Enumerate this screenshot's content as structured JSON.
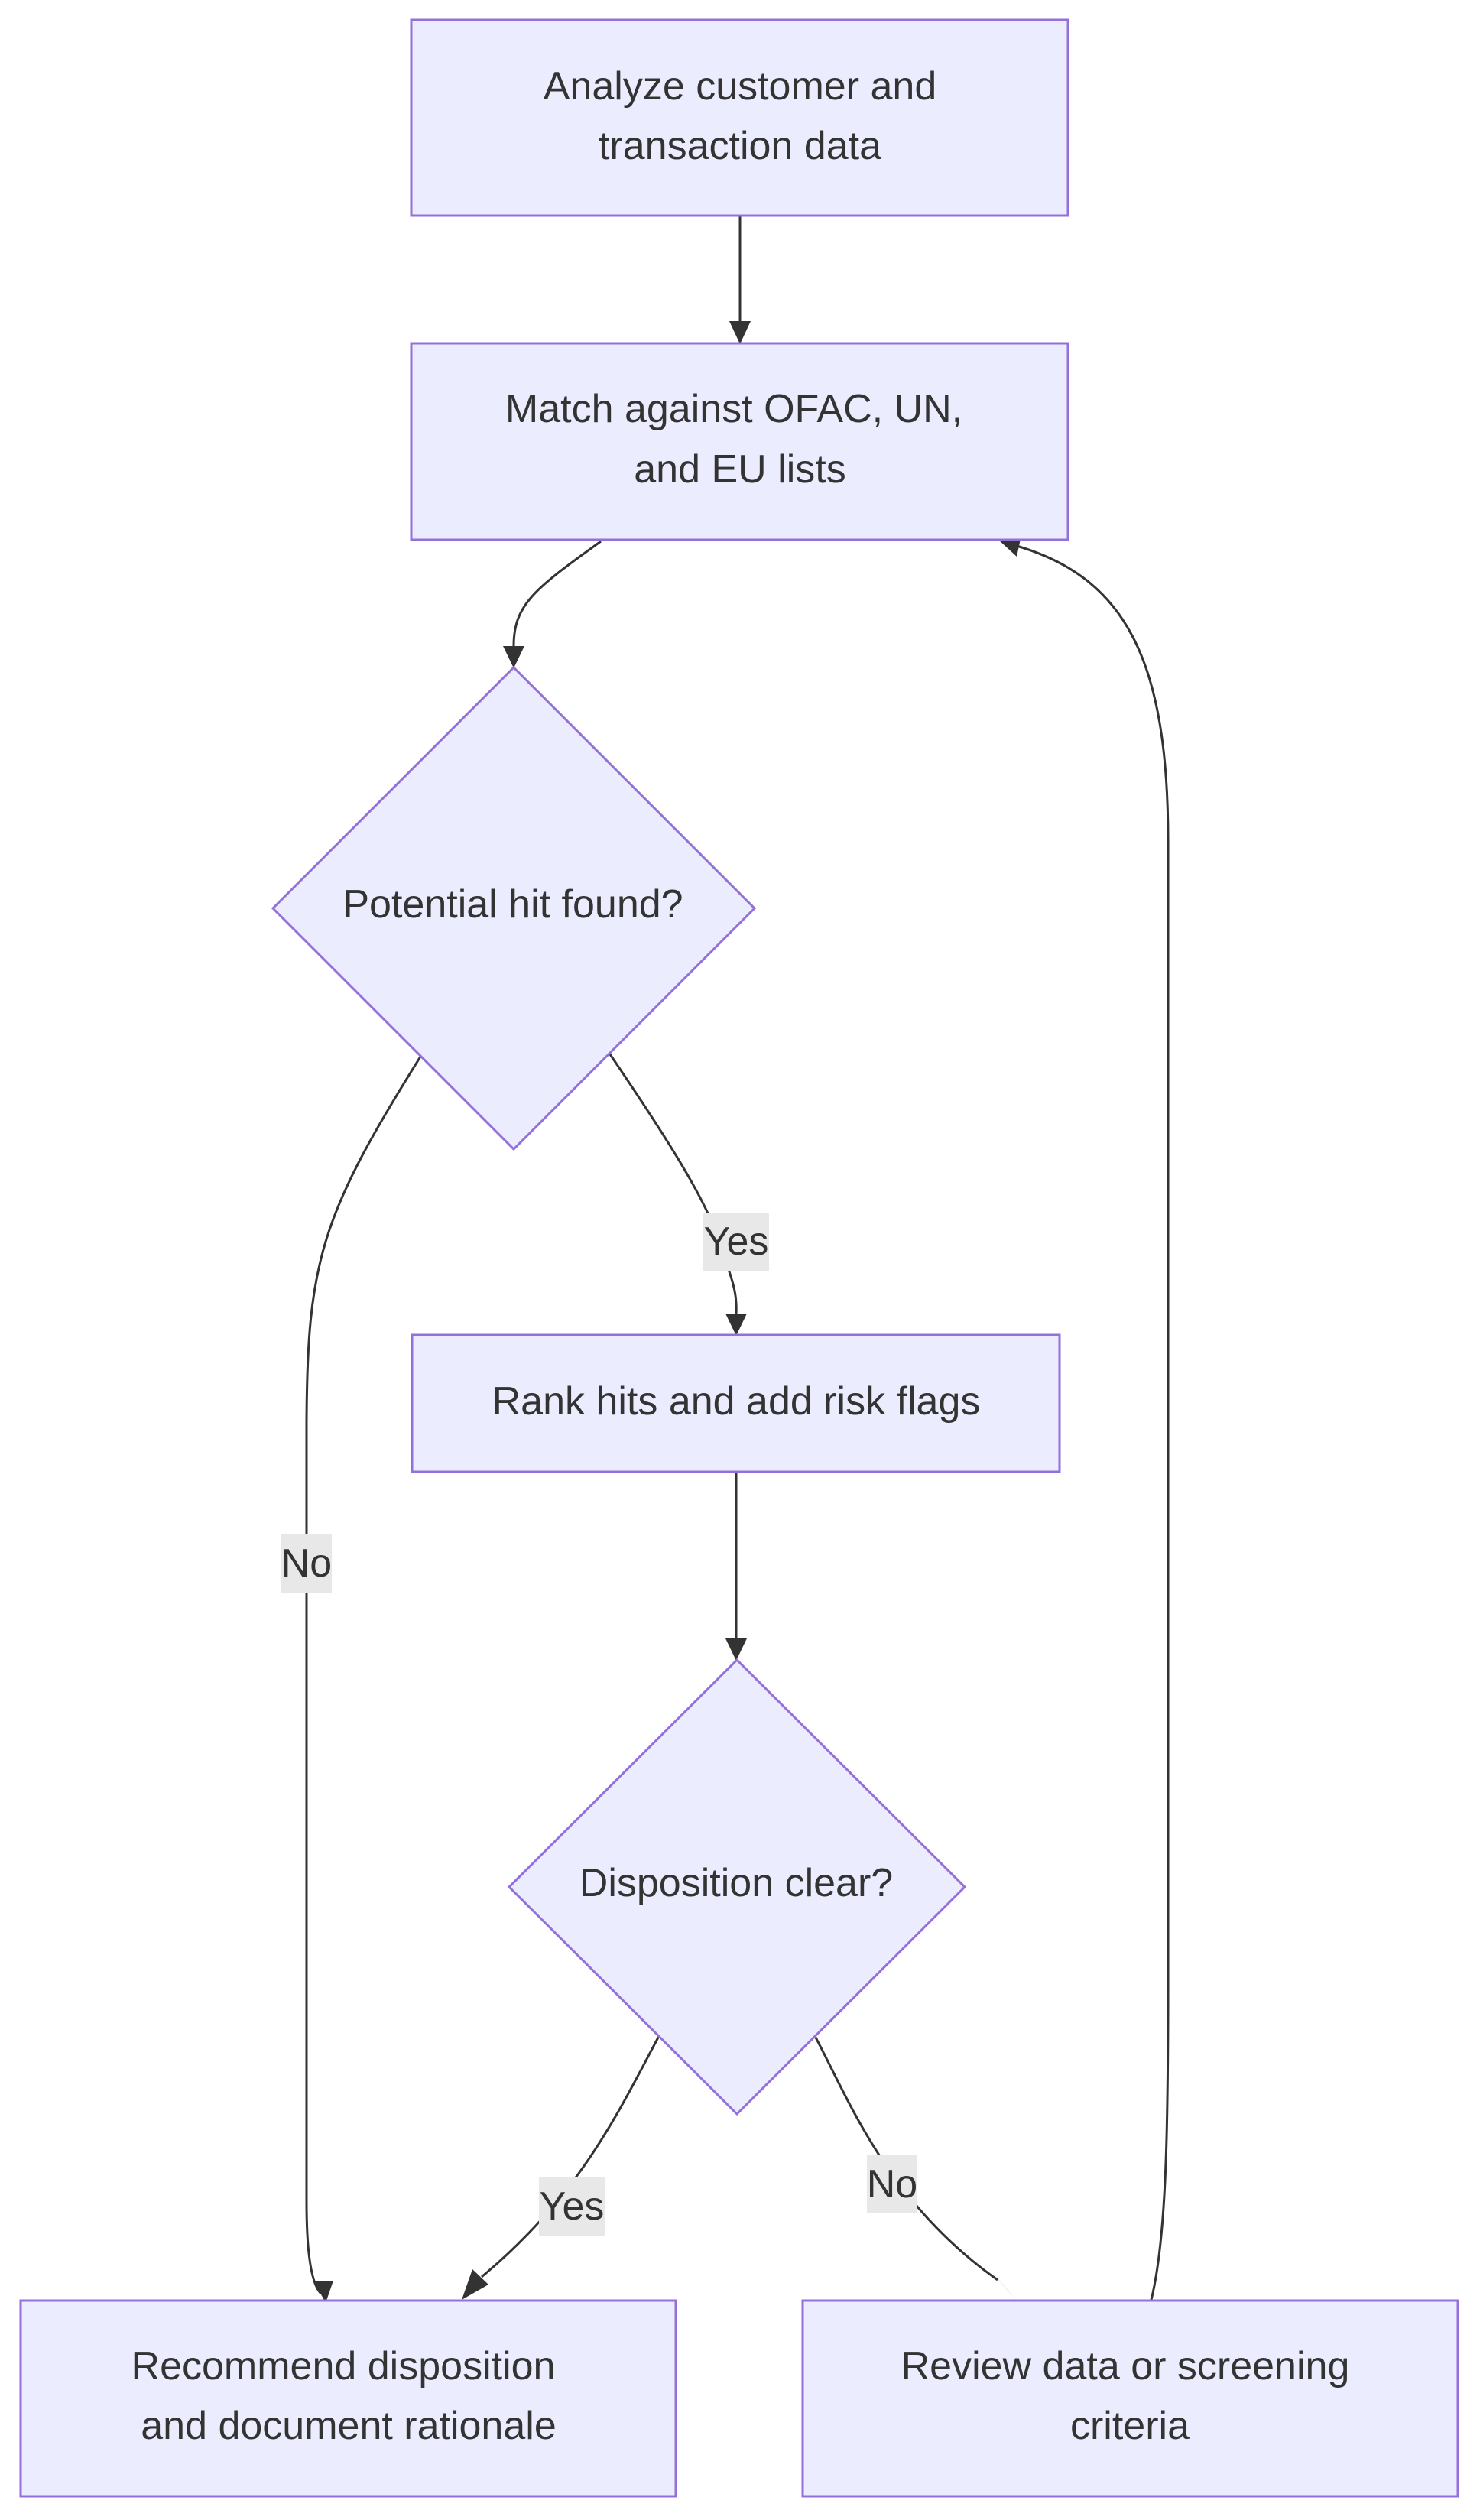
{
  "nodes": {
    "analyze": [
      "Analyze customer and",
      "transaction data"
    ],
    "match": [
      "Match against OFAC, UN,",
      "and EU lists"
    ],
    "hit_found": [
      "Potential hit found?"
    ],
    "rank": [
      "Rank hits and add risk flags"
    ],
    "disposition_clear": [
      "Disposition clear?"
    ],
    "recommend": [
      "Recommend disposition",
      "and document rationale"
    ],
    "review": [
      "Review data or screening",
      "criteria"
    ]
  },
  "edge_labels": {
    "hit_yes": "Yes",
    "hit_no": "No",
    "disp_yes": "Yes",
    "disp_no": "No"
  },
  "colors": {
    "node_fill": "#ECECFF",
    "node_stroke": "#9370DB",
    "edge": "#333333",
    "label_bg": "#E8E8E8",
    "text": "#333333"
  }
}
